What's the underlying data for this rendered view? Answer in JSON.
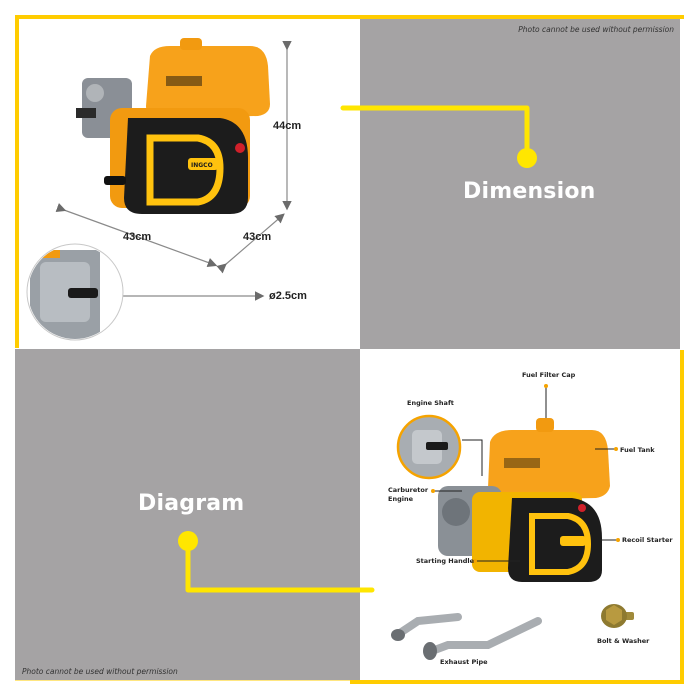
{
  "colors": {
    "accent_yellow": "#ffcc00",
    "connector_yellow": "#ffe600",
    "panel_gray": "#a5a3a4",
    "label_dot": "#f5a300"
  },
  "dimension_panel": {
    "title": "Dimension",
    "height": "44cm",
    "width": "43cm",
    "depth": "43cm",
    "shaft_diameter": "ø2.5cm",
    "notice": "Photo cannot be used without permission"
  },
  "diagram_panel": {
    "title": "Diagram",
    "notice": "Photo cannot be used without permission",
    "labels": {
      "fuel_filter_cap": "Fuel Filter Cap",
      "engine_shaft": "Engine Shaft",
      "fuel_tank": "Fuel Tank",
      "carburetor_line1": "Carburetor",
      "carburetor_line2": "Engine",
      "recoil_starter": "Recoil Starter",
      "starting_handle": "Starting Handle",
      "exhaust_pipe": "Exhaust Pipe",
      "bolt_washer": "Bolt & Washer"
    },
    "brand": "INGCO"
  }
}
